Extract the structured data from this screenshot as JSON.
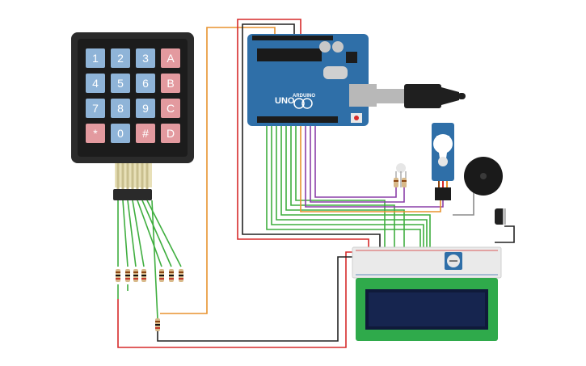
{
  "keypad": {
    "keys": [
      {
        "label": "1",
        "color": "#8fb4d8"
      },
      {
        "label": "2",
        "color": "#8fb4d8"
      },
      {
        "label": "3",
        "color": "#8fb4d8"
      },
      {
        "label": "A",
        "color": "#e39a9f"
      },
      {
        "label": "4",
        "color": "#8fb4d8"
      },
      {
        "label": "5",
        "color": "#8fb4d8"
      },
      {
        "label": "6",
        "color": "#8fb4d8"
      },
      {
        "label": "B",
        "color": "#e39a9f"
      },
      {
        "label": "7",
        "color": "#8fb4d8"
      },
      {
        "label": "8",
        "color": "#8fb4d8"
      },
      {
        "label": "9",
        "color": "#8fb4d8"
      },
      {
        "label": "C",
        "color": "#e39a9f"
      },
      {
        "label": "*",
        "color": "#e39a9f"
      },
      {
        "label": "0",
        "color": "#8fb4d8"
      },
      {
        "label": "#",
        "color": "#e39a9f"
      },
      {
        "label": "D",
        "color": "#e39a9f"
      }
    ]
  },
  "arduino": {
    "model_label": "UNO",
    "brand_label": "ARDUINO",
    "board_color": "#2f6fa8"
  },
  "components": {
    "keypad": "keypad-4x4-icon",
    "arduino": "arduino-uno-icon",
    "usb": "usb-cable-icon",
    "servo": "servo-motor-icon",
    "buzzer": "piezo-buzzer-icon",
    "capacitor": "capacitor-icon",
    "breadboard": "breadboard-icon",
    "potentiometer": "potentiometer-icon",
    "lcd": "lcd-16x2-icon",
    "rgb_led": "led-icon",
    "resistors": "resistor-icon"
  },
  "wire_colors": {
    "green": "#3fae3f",
    "red": "#d62a2a",
    "black": "#222222",
    "orange": "#e8922e",
    "purple": "#8a3fa8",
    "gray": "#8c8c8c"
  }
}
